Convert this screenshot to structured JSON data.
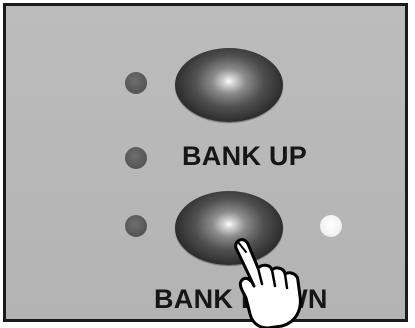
{
  "panel": {
    "bank_up": {
      "label": "BANK UP"
    },
    "bank_down": {
      "label": "BANK DOWN"
    },
    "indicators": {
      "bank_down_led": "lit",
      "left_leds": "off"
    }
  },
  "colors": {
    "panel": "#b8b8b8",
    "border": "#1a1a1a",
    "led_off": "#5a5a5a",
    "led_on": "#f6f6f6",
    "label": "#161616"
  },
  "icons": {
    "pointer": "pointing-hand-icon"
  }
}
